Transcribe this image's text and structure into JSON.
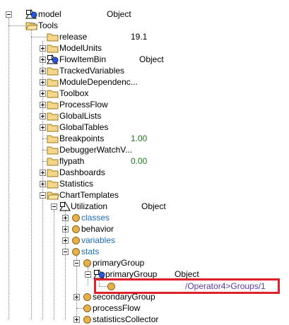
{
  "tree": {
    "nodes": [
      {
        "label": "model",
        "value": "Object",
        "icon": "object-node-icon"
      },
      {
        "label": "Tools",
        "icon": "folder-icon"
      },
      {
        "label": "release",
        "value": "19.1",
        "icon": "folder-icon"
      },
      {
        "label": "ModelUnits",
        "icon": "folder-icon"
      },
      {
        "label": "FlowItemBin",
        "value": "Object",
        "icon": "object-node-icon"
      },
      {
        "label": "TrackedVariables",
        "icon": "folder-icon"
      },
      {
        "label": "ModuleDependenc...",
        "icon": "folder-icon"
      },
      {
        "label": "Toolbox",
        "icon": "folder-icon"
      },
      {
        "label": "ProcessFlow",
        "icon": "folder-icon"
      },
      {
        "label": "GlobalLists",
        "icon": "folder-icon"
      },
      {
        "label": "GlobalTables",
        "icon": "folder-icon"
      },
      {
        "label": "Breakpoints",
        "value": "1.00",
        "icon": "folder-icon"
      },
      {
        "label": "DebuggerWatchV...",
        "icon": "folder-icon"
      },
      {
        "label": "flypath",
        "value": "0.00",
        "icon": "folder-icon"
      },
      {
        "label": "Dashboards",
        "icon": "folder-icon"
      },
      {
        "label": "Statistics",
        "icon": "folder-icon"
      },
      {
        "label": "ChartTemplates",
        "icon": "folder-icon"
      },
      {
        "label": "Utilization",
        "value": "Object",
        "icon": "object-node-icon"
      },
      {
        "label": "classes",
        "icon": "attribute-node-icon"
      },
      {
        "label": "behavior",
        "icon": "attribute-node-icon"
      },
      {
        "label": "variables",
        "icon": "attribute-node-icon"
      },
      {
        "label": "stats",
        "icon": "attribute-node-icon"
      },
      {
        "label": "primaryGroup",
        "icon": "attribute-node-icon"
      },
      {
        "label": "primaryGroup",
        "value": "Object",
        "icon": "object-node-icon"
      },
      {
        "label": "",
        "value": "/Operator4>Groups/1",
        "icon": "attribute-node-icon"
      },
      {
        "label": "secondaryGroup",
        "icon": "attribute-node-icon"
      },
      {
        "label": "processFlow",
        "icon": "attribute-node-icon"
      },
      {
        "label": "statisticsCollector",
        "icon": "attribute-node-icon"
      }
    ]
  },
  "colors": {
    "folder_fill": "#f2d78a",
    "folder_stroke": "#a07a1c",
    "node_fill": "#e8b04a",
    "object_blue": "#2b55d6",
    "value_green": "#217a21",
    "label_blue": "#1f6fbf",
    "pointer_purple": "#5a3aa8",
    "highlight_red": "#e0202a"
  }
}
